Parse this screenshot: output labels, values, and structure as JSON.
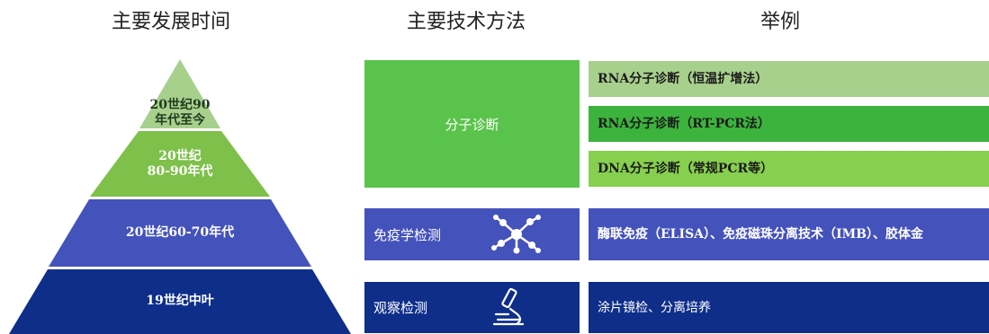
{
  "headers": {
    "timeline": "主要发展时间",
    "methods": "主要技术方法",
    "examples": "举例"
  },
  "pyramid": {
    "tier1_line1": "20世纪90",
    "tier1_line2": "年代至今",
    "tier2_line1": "20世纪",
    "tier2_line2": "80-90年代",
    "tier3": "20世纪60-70年代",
    "tier4": "19世纪中叶"
  },
  "methods": {
    "molecular": "分子诊断",
    "immunology": "免疫学检测",
    "observation": "观察检测"
  },
  "examples": {
    "rna_isothermal": "RNA分子诊断（恒温扩增法）",
    "rna_rtpcr": "RNA分子诊断（RT-PCR法）",
    "dna_pcr": "DNA分子诊断（常规PCR等）",
    "immuno": "酶联免疫（ELISA）、免疫磁珠分离技术（IMB）、胶体金",
    "observation": "涂片镜检、分离培养"
  },
  "colors": {
    "tier1": "#a8d08d",
    "tier2": "#7ec04a",
    "tier3": "#4452bc",
    "tier4": "#0e2e8a",
    "molecular": "#5ac34b",
    "immunology": "#4452bc",
    "observation": "#0e2e8a"
  },
  "icons": {
    "immunology": "molecule-icon",
    "observation": "microscope-icon"
  }
}
